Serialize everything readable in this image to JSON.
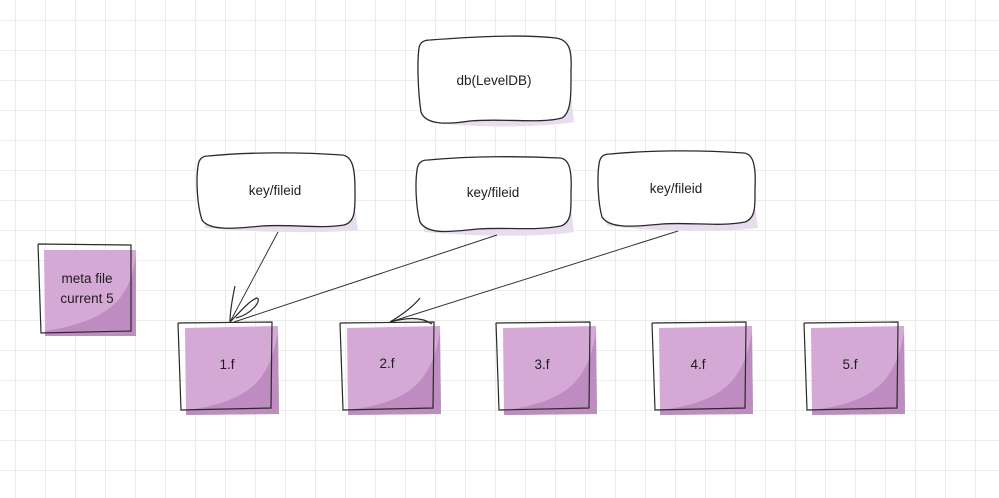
{
  "diagram": {
    "colors": {
      "outline": "#2a2a2a",
      "card_fill": "#ffffff",
      "card_shadow": "#eadcef",
      "file_fill": "#d4a9d5",
      "file_fill_dark": "#bf8cc1",
      "arrow": "#333333"
    },
    "database": {
      "label": "db(LevelDB)"
    },
    "index_entries": [
      {
        "id": "k1",
        "label": "key/fileid"
      },
      {
        "id": "k2",
        "label": "key/fileid"
      },
      {
        "id": "k3",
        "label": "key/fileid"
      }
    ],
    "meta_file": {
      "lines": [
        "meta file",
        "current 5"
      ]
    },
    "files": [
      {
        "id": "f1",
        "label": "1.f"
      },
      {
        "id": "f2",
        "label": "2.f"
      },
      {
        "id": "f3",
        "label": "3.f"
      },
      {
        "id": "f4",
        "label": "4.f"
      },
      {
        "id": "f5",
        "label": "5.f"
      }
    ],
    "edges": [
      {
        "from": "k1",
        "to": "f1"
      },
      {
        "from": "k2",
        "to": "f1"
      },
      {
        "from": "k3",
        "to": "f2"
      }
    ]
  }
}
